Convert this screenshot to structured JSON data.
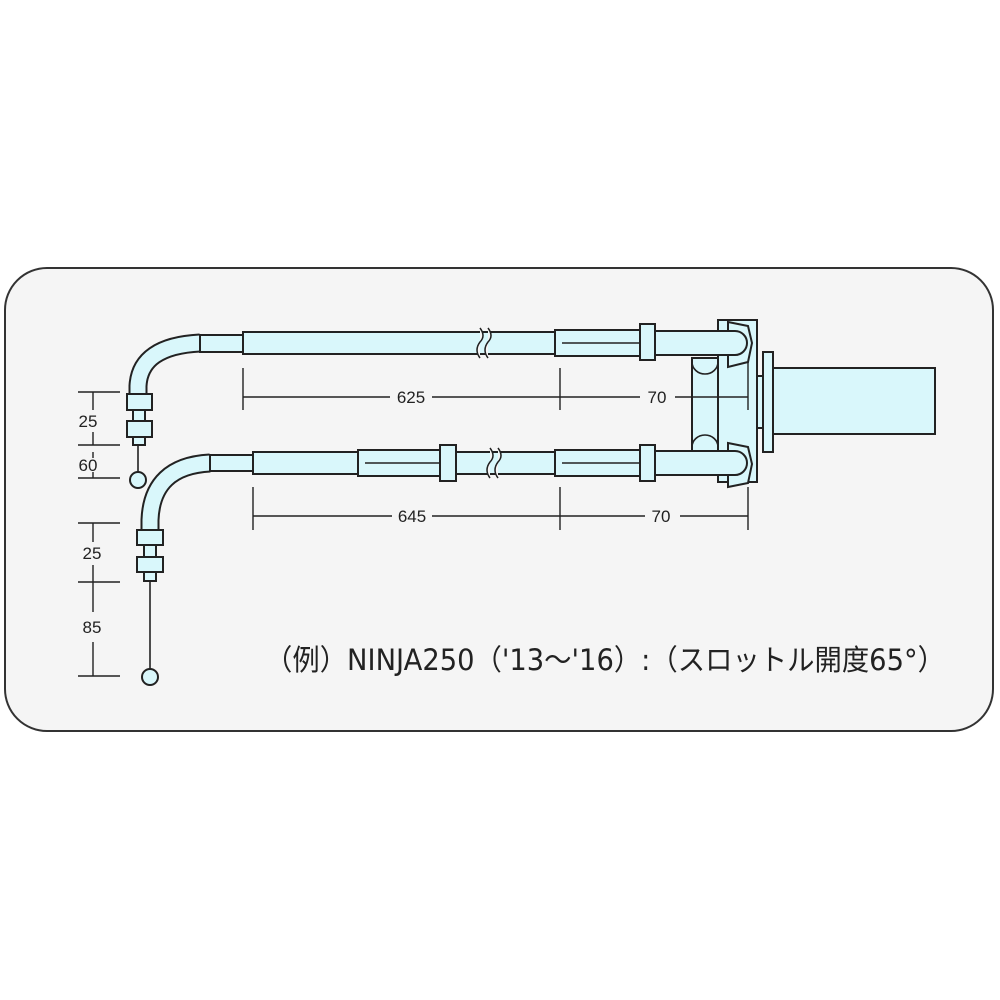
{
  "colors": {
    "part_fill": "#d9f7fb",
    "panel_fill": "#f5f5f5",
    "outline": "#222222"
  },
  "dimensions": {
    "upper_cable_length": "625",
    "upper_cable_end": "70",
    "lower_cable_length": "645",
    "lower_cable_end": "70",
    "upper_thread": "25",
    "upper_inner_wire": "60",
    "lower_thread": "25",
    "lower_inner_wire": "85"
  },
  "caption": "（例）NINJA250（'13～'16）:（スロットル開度65°）"
}
